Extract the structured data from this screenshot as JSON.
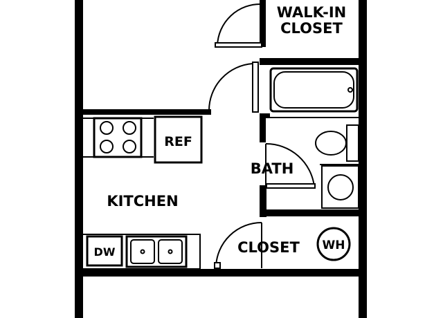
{
  "rooms": {
    "walk_in_closet": [
      "WALK-IN",
      "CLOSET"
    ],
    "refrigerator": "REF",
    "bath": "BATH",
    "kitchen": "KITCHEN",
    "dishwasher": "DW",
    "closet": "CLOSET",
    "water_heater": "WH"
  },
  "colors": {
    "wall": "#000000",
    "background": "#ffffff"
  }
}
